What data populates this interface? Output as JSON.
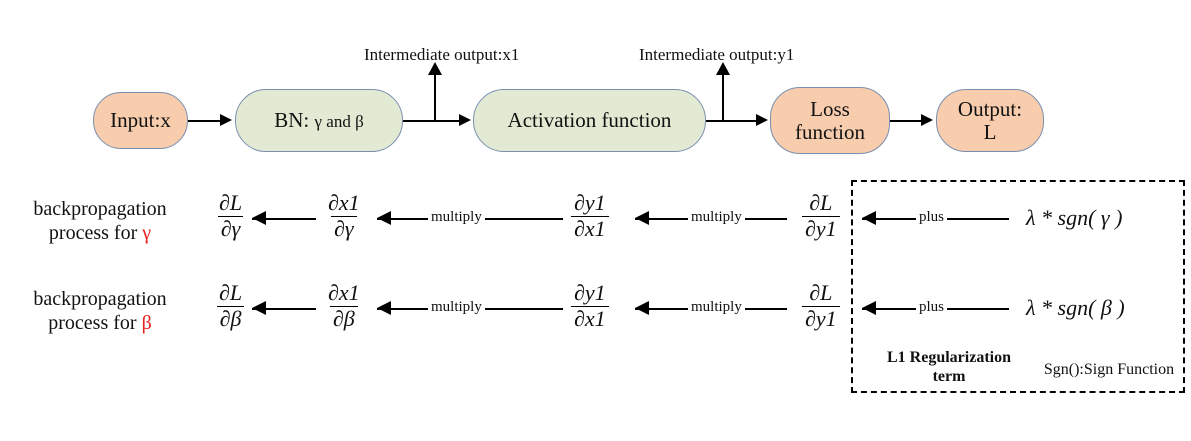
{
  "figure": {
    "colors": {
      "peach_fill": "#f7cdae",
      "green_fill": "#e3ead4",
      "node_border": "#7a8fb0",
      "connector": "#000000",
      "highlight_symbol": "#e8201a"
    }
  },
  "forward_flow": {
    "nodes": [
      {
        "id": "input",
        "label": "Input:x",
        "fill": "peach"
      },
      {
        "id": "bn",
        "label": "BN: ",
        "label_sub": "γ and β",
        "fill": "green"
      },
      {
        "id": "activation",
        "label": "Activation function",
        "fill": "green"
      },
      {
        "id": "loss",
        "label_line1": "Loss",
        "label_line2": "function",
        "fill": "peach"
      },
      {
        "id": "output",
        "label_line1": "Output:",
        "label_line2": "L",
        "fill": "peach"
      }
    ],
    "branch_labels": [
      {
        "id": "x1",
        "text": "Intermediate output:x1"
      },
      {
        "id": "y1",
        "text": "Intermediate output:y1"
      }
    ]
  },
  "backprop_rows": [
    {
      "id": "gamma",
      "row_label_line1": "backpropagation",
      "row_label_line2_prefix": "process for ",
      "row_label_symbol": "γ",
      "terms": [
        {
          "num": "∂L",
          "den": "∂γ"
        },
        {
          "num": "∂x1",
          "den": "∂γ"
        },
        {
          "num": "∂y1",
          "den": "∂x1"
        },
        {
          "num": "∂L",
          "den": "∂y1"
        }
      ],
      "operations": [
        "multiply",
        "multiply",
        "plus"
      ],
      "regularization_expr": "λ * sgn( γ )"
    },
    {
      "id": "beta",
      "row_label_line1": "backpropagation",
      "row_label_line2_prefix": "process for ",
      "row_label_symbol": "β",
      "terms": [
        {
          "num": "∂L",
          "den": "∂β"
        },
        {
          "num": "∂x1",
          "den": "∂β"
        },
        {
          "num": "∂y1",
          "den": "∂x1"
        },
        {
          "num": "∂L",
          "den": "∂y1"
        }
      ],
      "operations": [
        "multiply",
        "multiply",
        "plus"
      ],
      "regularization_expr": "λ * sgn( β )"
    }
  ],
  "regularization_box": {
    "title_line1": "L1 Regularization",
    "title_line2": "term",
    "legend": "Sgn():Sign Function"
  }
}
